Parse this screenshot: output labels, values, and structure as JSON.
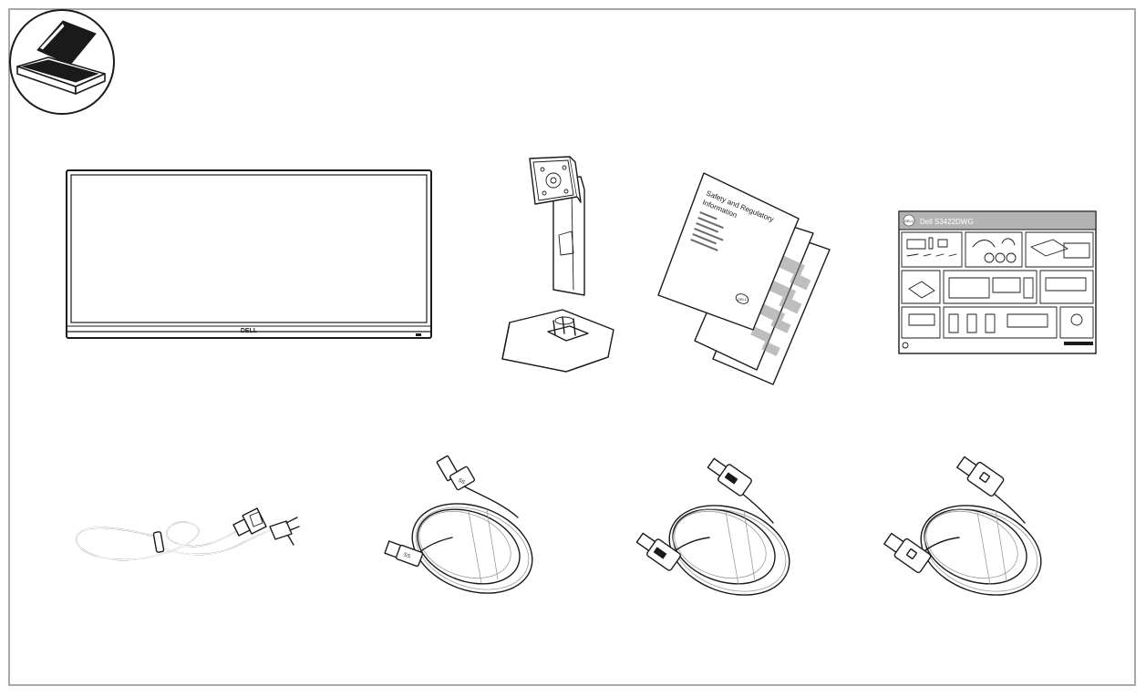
{
  "diagram": {
    "type": "package-contents",
    "items": [
      {
        "name": "box-icon"
      },
      {
        "name": "monitor",
        "logo": "DELL"
      },
      {
        "name": "stand-riser-and-base"
      },
      {
        "name": "safety-regulatory-document",
        "title_line1": "Safety and Regulatory",
        "title_line2": "Information",
        "logo": "DELL"
      },
      {
        "name": "quick-setup-guide",
        "title": "Dell S3422DWG",
        "logo": "DELL"
      },
      {
        "name": "power-cable"
      },
      {
        "name": "usb-cable",
        "label": "SS"
      },
      {
        "name": "hdmi-cable"
      },
      {
        "name": "displayport-cable"
      }
    ],
    "colors": {
      "line": "#1a1a1a",
      "frame": "#a8a8a8",
      "guide_header": "#b3b3b3",
      "screen_shade": "#e9e9e9"
    }
  }
}
